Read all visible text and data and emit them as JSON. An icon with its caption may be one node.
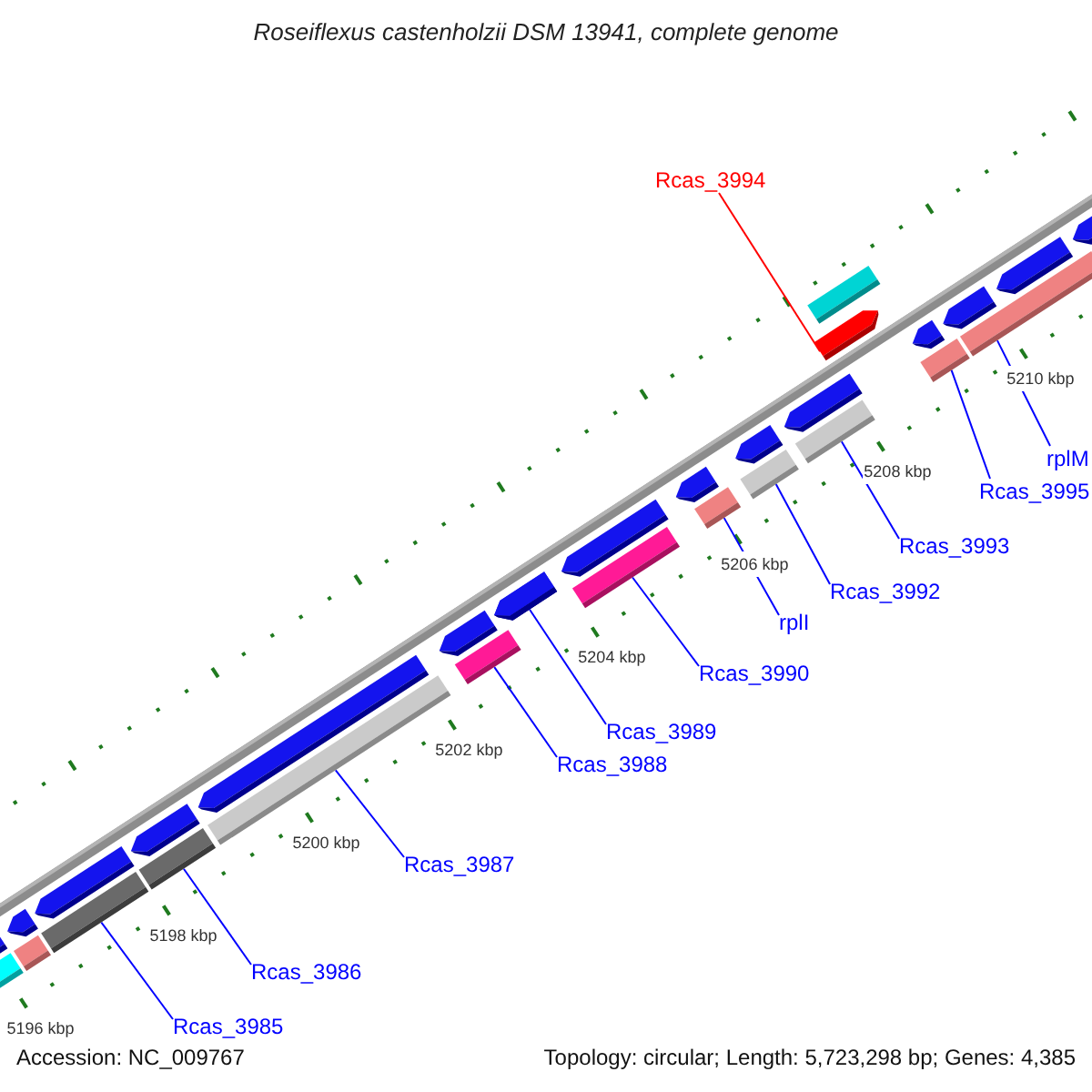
{
  "diagram": {
    "title": "Roseiflexus castenholzii DSM 13941, complete genome",
    "nodes": [
      {
        "text": [
          "Rcas_3994"
        ]
      },
      {
        "text": [
          "rplM"
        ]
      },
      {
        "text": [
          "Rcas_3995"
        ]
      },
      {
        "text": [
          "Rcas_3993"
        ]
      },
      {
        "text": [
          "Rcas_3992"
        ]
      },
      {
        "text": [
          "rplI"
        ]
      },
      {
        "text": [
          "Rcas_3990"
        ]
      },
      {
        "text": [
          "Rcas_3989"
        ]
      },
      {
        "text": [
          "Rcas_3988"
        ]
      },
      {
        "text": [
          "Rcas_3987"
        ]
      },
      {
        "text": [
          "Rcas_3986"
        ]
      },
      {
        "text": [
          "Rcas_3985"
        ]
      },
      {
        "text": [],
        "shape": "bar"
      },
      {
        "text": [],
        "shape": "bar"
      },
      {
        "text": [],
        "shape": "bar"
      },
      {
        "text": [],
        "shape": "bar"
      },
      {
        "text": [],
        "shape": "bar"
      },
      {
        "text": [],
        "shape": "bar"
      },
      {
        "text": [],
        "shape": "bar"
      },
      {
        "text": [],
        "shape": "bar"
      },
      {
        "text": [],
        "shape": "bar"
      },
      {
        "text": [],
        "shape": "bar"
      },
      {
        "text": [],
        "shape": "bar"
      },
      {
        "text": [],
        "shape": "bar"
      }
    ],
    "edges": [
      {
        "from": 0,
        "to": 12,
        "arrow": "none",
        "color": "#ff0000"
      },
      {
        "from": 1,
        "to": 13,
        "arrow": "none"
      },
      {
        "from": 2,
        "to": 14,
        "arrow": "none"
      },
      {
        "from": 3,
        "to": 15,
        "arrow": "none"
      },
      {
        "from": 4,
        "to": 16,
        "arrow": "none"
      },
      {
        "from": 5,
        "to": 17,
        "arrow": "none"
      },
      {
        "from": 6,
        "to": 18,
        "arrow": "none"
      },
      {
        "from": 7,
        "to": 19,
        "arrow": "none"
      },
      {
        "from": 8,
        "to": 20,
        "arrow": "none"
      },
      {
        "from": 9,
        "to": 21,
        "arrow": "none"
      },
      {
        "from": 10,
        "to": 22,
        "arrow": "none"
      },
      {
        "from": 11,
        "to": 23,
        "arrow": "none"
      }
    ],
    "labels": [
      "5196 kbp",
      "5198 kbp",
      "5200 kbp",
      "5202 kbp",
      "5204 kbp",
      "5206 kbp",
      "5208 kbp",
      "5210 kbp",
      "Accession: NC_009767",
      "Topology: circular; Length: 5,723,298 bp; Genes: 4,385"
    ]
  }
}
